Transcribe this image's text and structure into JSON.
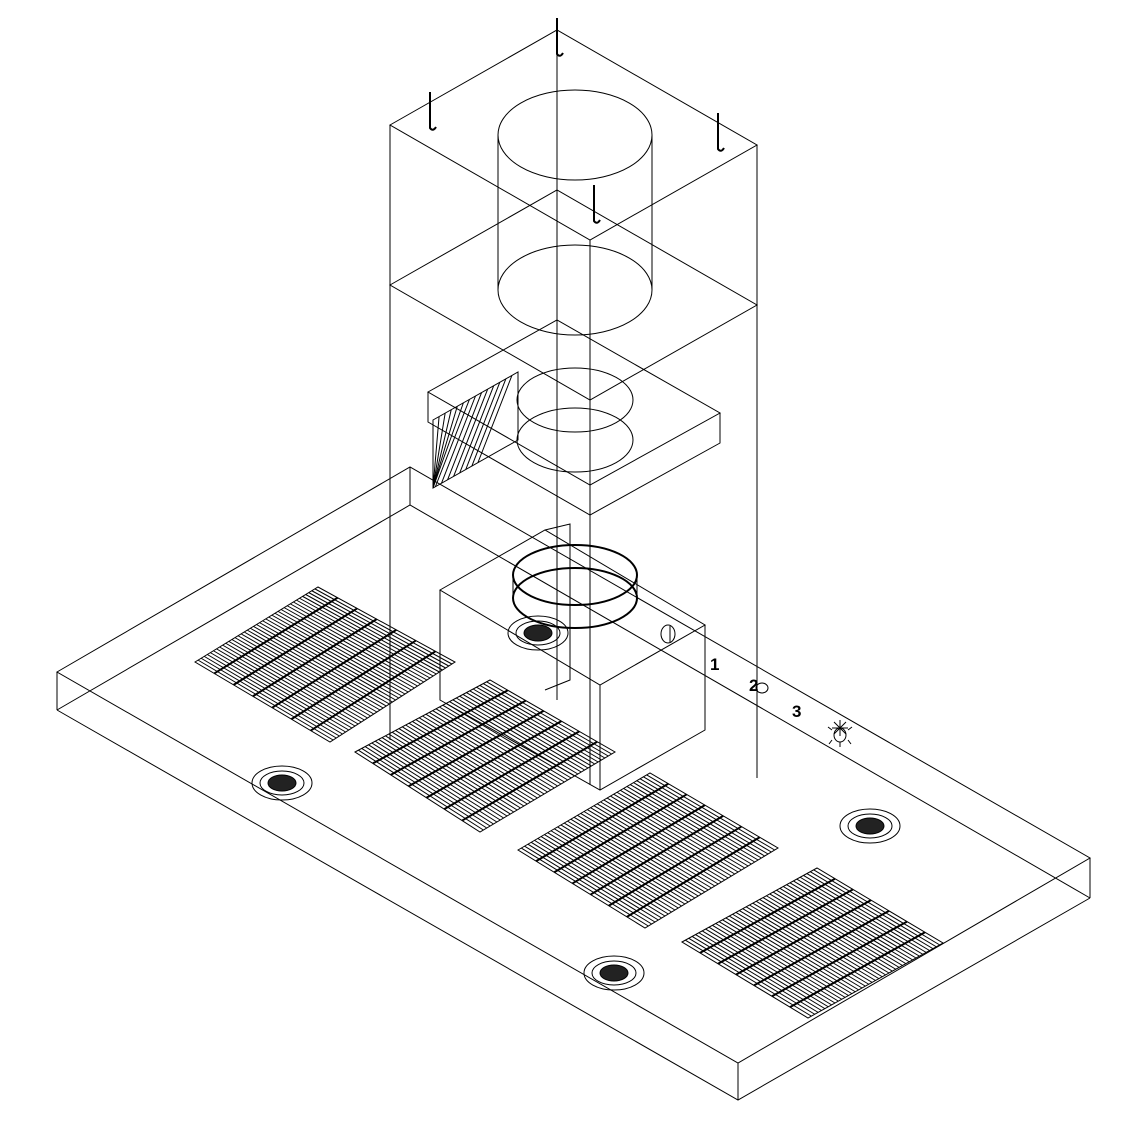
{
  "drawing": {
    "control_labels": [
      "1",
      "2",
      "3"
    ],
    "icons": [
      "power-icon",
      "fan-icon",
      "fan-speed-icon",
      "light-icon"
    ]
  }
}
